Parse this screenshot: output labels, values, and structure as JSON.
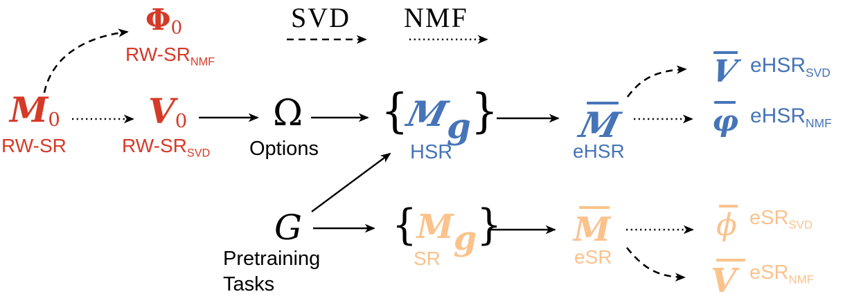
{
  "colors": {
    "red": "#d53a28",
    "blue": "#4674b8",
    "orange": "#fbc28c",
    "black": "#000000"
  },
  "legend": {
    "svd_label": "SVD",
    "svd_arrow_style": "dashed",
    "nmf_label": "NMF",
    "nmf_arrow_style": "dotted"
  },
  "nodes": {
    "m0": {
      "symbol": "M",
      "subscript": "0",
      "symbol_variant": "bold-italic-serif",
      "label": "RW-SR"
    },
    "phi0": {
      "symbol": "Φ",
      "subscript": "0",
      "symbol_variant": "bold-upright-serif",
      "label": "RW-SR",
      "label_sub": "NMF"
    },
    "v0": {
      "symbol": "V",
      "subscript": "0",
      "symbol_variant": "bold-italic-serif",
      "label": "RW-SR",
      "label_sub": "SVD"
    },
    "omega": {
      "symbol": "Ω",
      "symbol_variant": "upright-serif",
      "label": "Options"
    },
    "g": {
      "symbol": "G",
      "symbol_variant": "italic-serif",
      "label_line1": "Pretraining",
      "label_line2": "Tasks"
    },
    "hsr": {
      "open_brace": "{",
      "symbol": "M",
      "subscript": "g",
      "close_brace": "}",
      "symbol_variant": "bold-script",
      "label": "HSR"
    },
    "ehsr": {
      "symbol": "M",
      "bar": true,
      "symbol_variant": "bold-script",
      "label": "eHSR"
    },
    "ehsr_svd": {
      "symbol": "V",
      "bar": true,
      "symbol_variant": "bold-script",
      "label": "eHSR",
      "label_sub": "SVD"
    },
    "ehsr_nmf": {
      "symbol": "φ",
      "bar": true,
      "symbol_variant": "italic-varphi",
      "label": "eHSR",
      "label_sub": "NMF"
    },
    "sr": {
      "open_brace": "{",
      "symbol": "M",
      "subscript": "g",
      "close_brace": "}",
      "symbol_variant": "bold-italic-serif",
      "label": "SR"
    },
    "esr": {
      "symbol": "M",
      "bar": true,
      "symbol_variant": "bold-italic-serif",
      "label": "eSR"
    },
    "esr_svd": {
      "symbol": "ϕ",
      "bar": true,
      "symbol_variant": "italic-phi",
      "label": "eSR",
      "label_sub": "SVD"
    },
    "esr_nmf": {
      "symbol": "V",
      "bar": true,
      "symbol_variant": "bold-italic-serif",
      "label": "eSR",
      "label_sub": "NMF"
    }
  },
  "edges": [
    {
      "from": "M0",
      "to": "Phi0",
      "style": "dashed"
    },
    {
      "from": "M0",
      "to": "V0",
      "style": "dotted"
    },
    {
      "from": "V0",
      "to": "Omega",
      "style": "solid"
    },
    {
      "from": "Omega",
      "to": "HSR",
      "style": "solid"
    },
    {
      "from": "HSR",
      "to": "eHSR",
      "style": "solid"
    },
    {
      "from": "eHSR",
      "to": "eHSR_SVD",
      "style": "dashed"
    },
    {
      "from": "eHSR",
      "to": "eHSR_NMF",
      "style": "dotted"
    },
    {
      "from": "G",
      "to": "HSR",
      "style": "solid"
    },
    {
      "from": "G",
      "to": "SR",
      "style": "solid"
    },
    {
      "from": "SR",
      "to": "eSR",
      "style": "solid"
    },
    {
      "from": "eSR",
      "to": "eSR_SVD",
      "style": "dotted"
    },
    {
      "from": "eSR",
      "to": "eSR_NMF",
      "style": "dashed"
    }
  ]
}
